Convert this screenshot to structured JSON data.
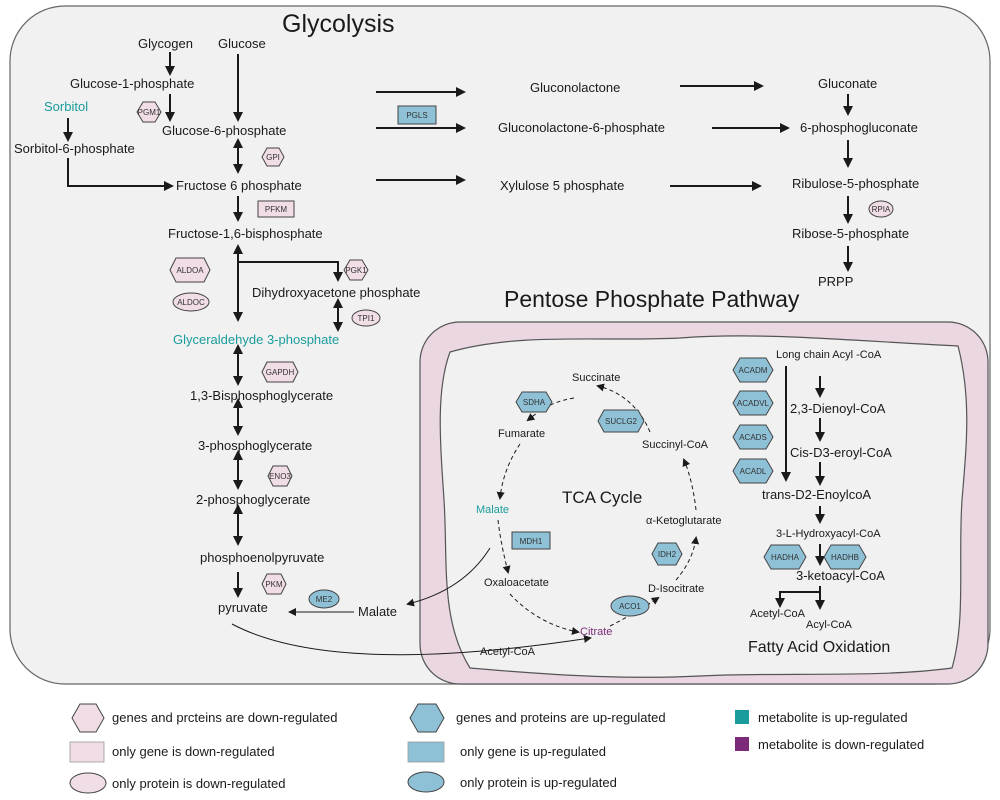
{
  "titles": {
    "glycolysis": "Glycolysis",
    "ppp": "Pentose Phosphate Pathway",
    "tca": "TCA Cycle",
    "fao": "Fatty Acid Oxidation"
  },
  "metabolites": {
    "glycogen": "Glycogen",
    "glucose": "Glucose",
    "g1p": "Glucose-1-phosphate",
    "sorbitol": "Sorbitol",
    "g6p": "Glucose-6-phosphate",
    "s6p": "Sorbitol-6-phosphate",
    "f6p": "Fructose 6 phosphate",
    "f16bp": "Fructose-1,6-bisphosphate",
    "dhap": "Dihydroxyacetone phosphate",
    "g3p": "Glyceraldehyde 3-phosphate",
    "bpg": "1,3-Bisphosphoglycerate",
    "pg3": "3-phosphoglycerate",
    "pg2": "2-phosphoglycerate",
    "pep": "phosphoenolpyruvate",
    "pyruvate": "pyruvate",
    "malate_out": "Malate",
    "gluconolactone": "Gluconolactone",
    "gluconate": "Gluconate",
    "gl6p": "Gluconolactone-6-phosphate",
    "pg6": "6-phosphogluconate",
    "x5p": "Xylulose 5 phosphate",
    "ru5p": "Ribulose-5-phosphate",
    "r5p": "Ribose-5-phosphate",
    "prpp": "PRPP",
    "succinate": "Succinate",
    "fumarate": "Fumarate",
    "succinylcoa": "Succinyl-CoA",
    "malate": "Malate",
    "akg": "α-Ketoglutarate",
    "oaa": "Oxaloacetate",
    "isocitrate": "D-Isocitrate",
    "citrate": "Citrate",
    "acetylcoa": "Acetyl-CoA",
    "lcacyl": "Long chain Acyl -CoA",
    "dienoyl": "2,3-Dienoyl-CoA",
    "cis": "Cis-D3-eroyl-CoA",
    "trans": "trans-D2-EnoylcoA",
    "hydroxy": "3-L-Hydroxyacyl-CoA",
    "ketoacyl": "3-ketoacyl-CoA",
    "acetylcoa2": "Acetyl-CoA",
    "acylcoa": "Acyl-CoA"
  },
  "enzymes": {
    "pgm1": "PGM1",
    "gpi": "GPI",
    "pfkm": "PFKM",
    "aldoa": "ALDOA",
    "aldoc": "ALDOC",
    "pgk1": "PGK1",
    "tpi1": "TPI1",
    "gapdh": "GAPDH",
    "eno3": "ENO3",
    "pkm": "PKM",
    "me2": "ME2",
    "pgls": "PGLS",
    "rpia": "RPIA",
    "sdha": "SDHA",
    "suclg2": "SUCLG2",
    "mdh1": "MDH1",
    "idh2": "IDH2",
    "aco1": "ACO1",
    "acadm": "ACADM",
    "acadvl": "ACADVL",
    "acads": "ACADS",
    "acadl": "ACADL",
    "hadha": "HADHA",
    "hadhb": "HADHB"
  },
  "legend": {
    "down_hex": "genes and prcteins are down-regulated",
    "down_rect": "only gene is down-regulated",
    "down_ellipse": "only protein is down-regulated",
    "up_hex": "genes and proteins are up-regulated",
    "up_rect": "only gene is up-regulated",
    "up_ellipse": "only protein is up-regulated",
    "metab_up": "metabolite is up-regulated",
    "metab_down": "metabolite is down-regulated"
  },
  "colors": {
    "down_fill": "#f0dde6",
    "up_fill": "#8ec0d6",
    "metab_up": "#1a9c9c",
    "metab_down": "#7a2a78",
    "mito_fill": "#ead7e2",
    "cell_fill": "#f1f1f1"
  }
}
